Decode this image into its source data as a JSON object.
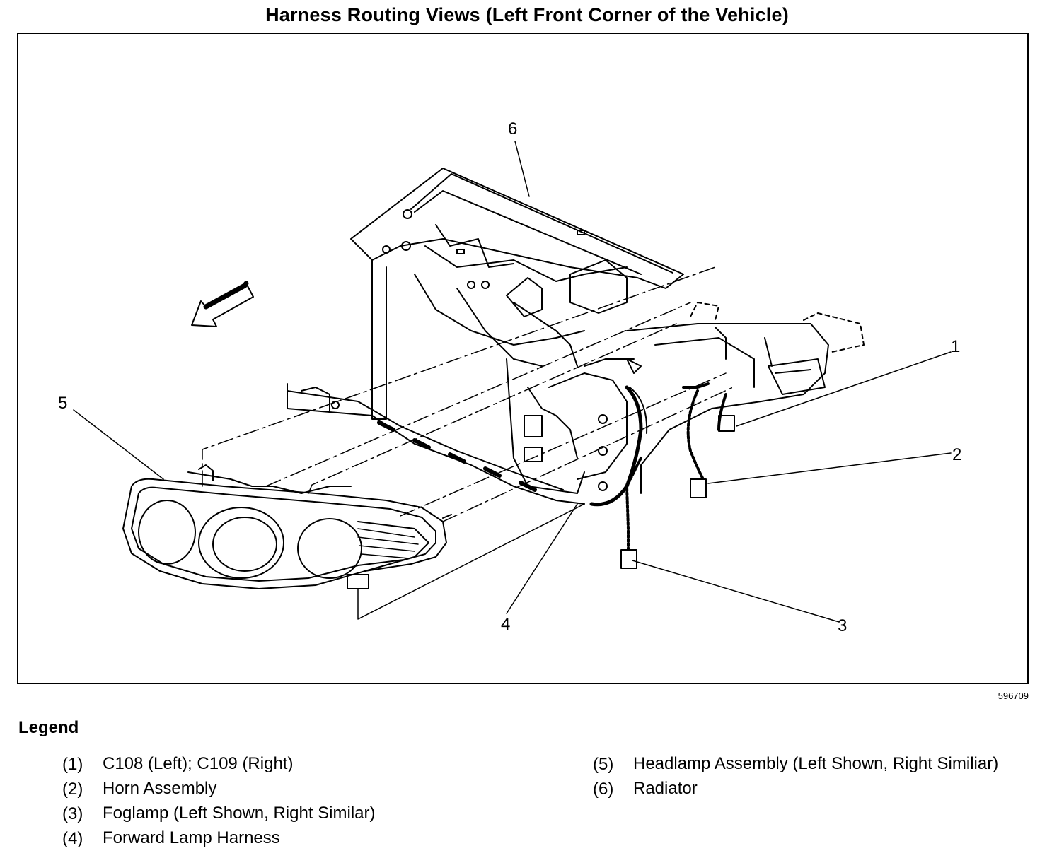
{
  "title": "Harness Routing Views (Left Front Corner of the Vehicle)",
  "figure_id": "596709",
  "callouts": [
    "1",
    "2",
    "3",
    "4",
    "5",
    "6"
  ],
  "legend": {
    "heading": "Legend",
    "items": [
      {
        "num": "(1)",
        "text": "C108 (Left); C109 (Right)"
      },
      {
        "num": "(2)",
        "text": "Horn Assembly"
      },
      {
        "num": "(3)",
        "text": "Foglamp (Left Shown, Right Similar)"
      },
      {
        "num": "(4)",
        "text": "Forward Lamp Harness"
      },
      {
        "num": "(5)",
        "text": "Headlamp Assembly (Left Shown, Right Similiar)"
      },
      {
        "num": "(6)",
        "text": "Radiator"
      }
    ]
  }
}
